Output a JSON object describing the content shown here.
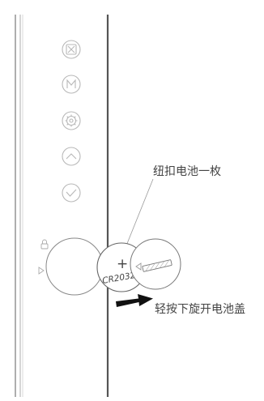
{
  "labels": {
    "button_battery": "纽扣电池一枚",
    "twist_open": "轻按下旋开电池盖"
  },
  "battery": {
    "plus": "+",
    "model": "CR2032"
  },
  "icons": [
    "screen-icon",
    "mode-m-icon",
    "settings-gear-icon",
    "up-chevron-icon",
    "check-icon"
  ],
  "colors": {
    "line": "#555555",
    "light_line": "#9a9a9a",
    "icon": "#b8b8b8",
    "text": "#444444",
    "arrow": "#111111"
  }
}
